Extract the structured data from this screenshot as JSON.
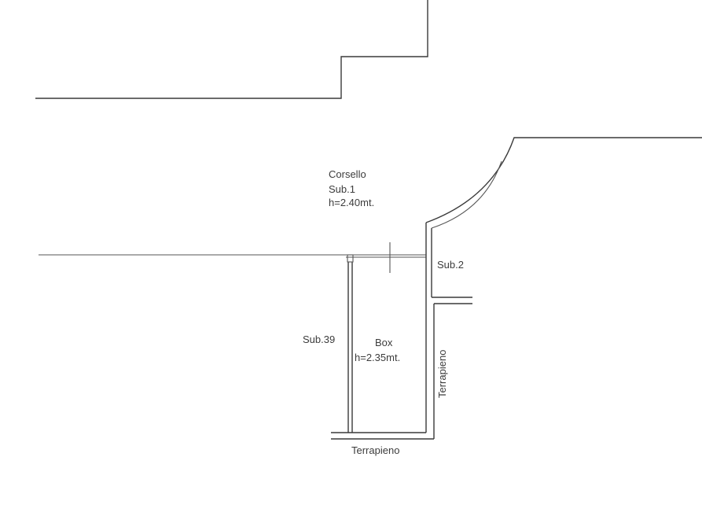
{
  "labels": {
    "corridor_name": "Corsello",
    "corridor_sub": "Sub.1",
    "corridor_height": "h=2.40mt.",
    "sub2": "Sub.2",
    "sub39": "Sub.39",
    "box_name": "Box",
    "box_height": "h=2.35mt.",
    "fill_right": "Terrapieno",
    "fill_bottom": "Terrapieno"
  }
}
